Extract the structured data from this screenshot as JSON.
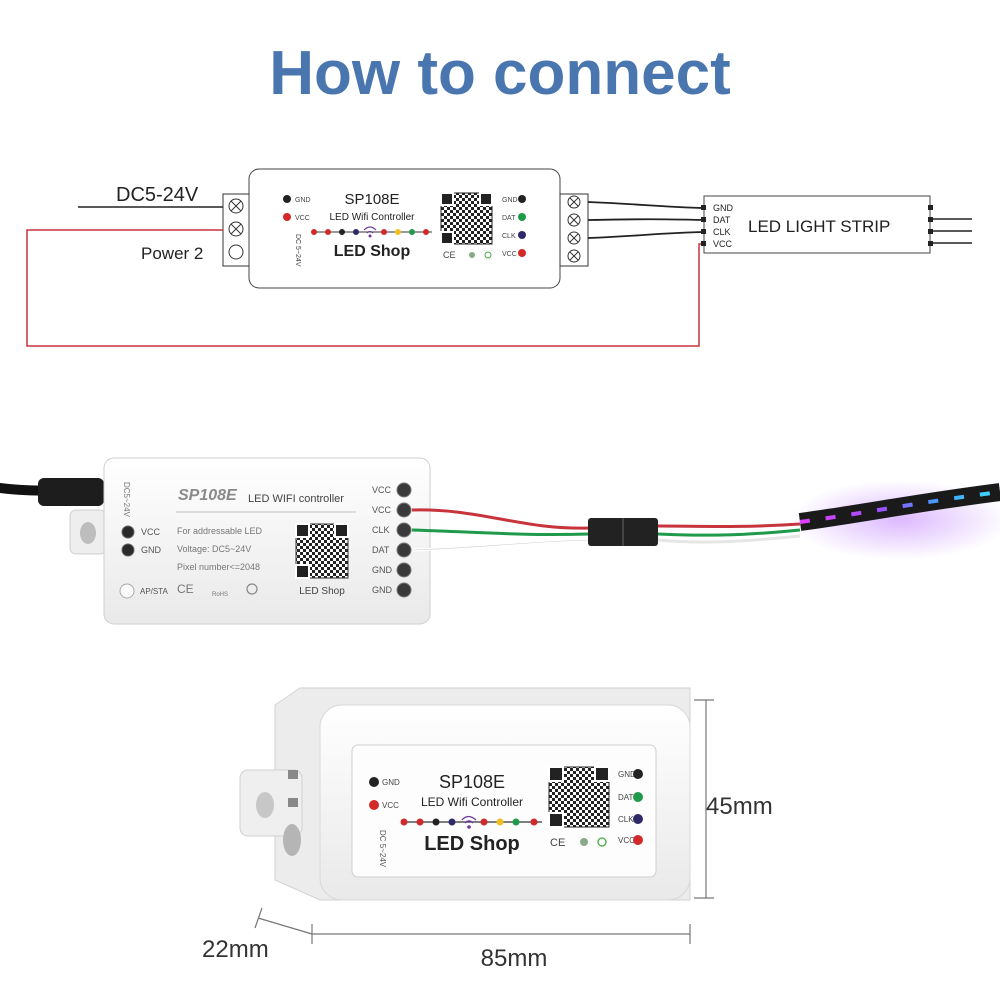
{
  "title": "How to connect",
  "wiring": {
    "supply_label": "DC5-24V",
    "power2_label": "Power 2",
    "controller": {
      "model": "SP108E",
      "subtitle": "LED Wifi Controller",
      "brand": "LED Shop",
      "voltage": "DC 5~24V",
      "left_pins": [
        "GND",
        "VCC"
      ],
      "right_pins": [
        "GND",
        "DAT",
        "CLK",
        "VCC"
      ]
    },
    "strip": {
      "label": "LED LIGHT STRIP",
      "pins": [
        "GND",
        "DAT",
        "CLK",
        "VCC"
      ]
    }
  },
  "photo": {
    "model": "SP108E",
    "subtitle": "LED WIFI controller",
    "info_line1": "For addressable LED",
    "info_line2": "Voltage: DC5~24V",
    "info_line3": "Pixel number<=2048",
    "left_pins": [
      "VCC",
      "GND"
    ],
    "side_voltage": "DC5~24V",
    "button_label": "AP/STA",
    "ce_mark": "CE",
    "rohs_mark": "RoHS",
    "brand": "LED Shop",
    "right_pins": [
      "VCC",
      "VCC",
      "CLK",
      "DAT",
      "GND",
      "GND"
    ]
  },
  "dimensions": {
    "model": "SP108E",
    "subtitle": "LED Wifi Controller",
    "brand": "LED Shop",
    "voltage": "DC 5~24V",
    "left_pins": [
      "GND",
      "VCC"
    ],
    "right_pins": [
      "GND",
      "DAT",
      "CLK",
      "VCC"
    ],
    "height_label": "45mm",
    "depth_label": "22mm",
    "width_label": "85mm"
  },
  "colors": {
    "title": "#4a76b0",
    "power2_wire": "#c8343c",
    "gnd": "#222222",
    "vcc": "#d22a2a",
    "dat": "#1f9a4a",
    "clk": "#2e2a6a"
  }
}
